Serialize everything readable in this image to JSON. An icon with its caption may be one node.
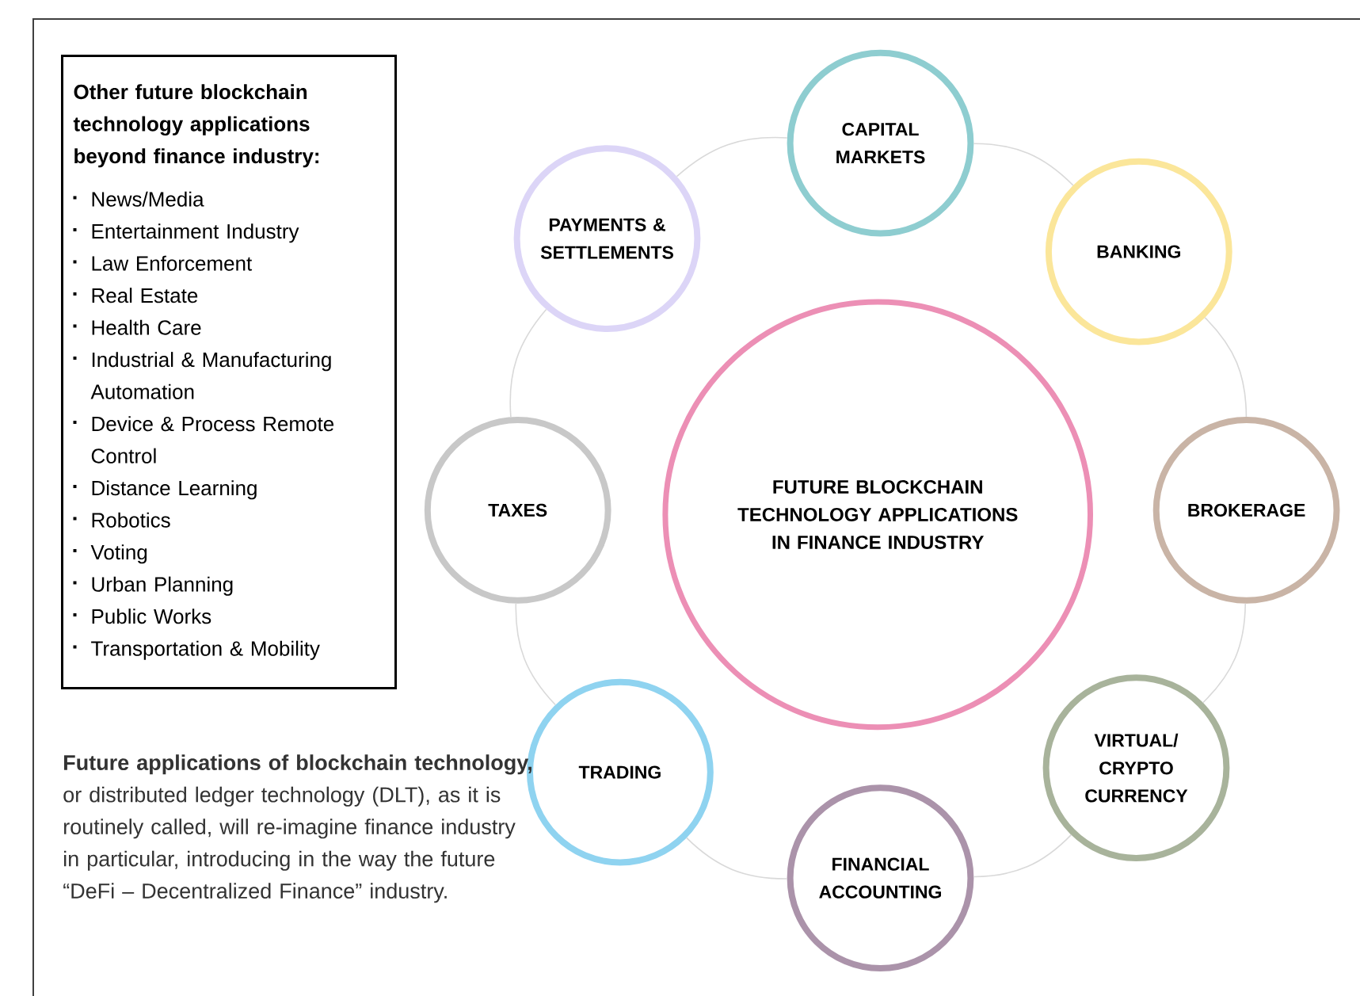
{
  "diagram": {
    "nodes": [
      {
        "text": [
          "Other future blockchain technology applications beyond finance industry:",
          "News/Media",
          "Entertainment Industry",
          "Law Enforcement",
          "Real Estate",
          "Health Care",
          "Industrial & Manufacturing Automation",
          "Device & Process Remote Control",
          "Distance Learning",
          "Robotics",
          "Voting",
          "Urban Planning",
          "Public Works",
          "Transportation & Mobility"
        ]
      },
      {
        "text": [
          "FUTURE BLOCKCHAIN TECHNOLOGY APPLICATIONS IN FINANCE INDUSTRY"
        ]
      },
      {
        "text": [
          "CAPITAL MARKETS"
        ]
      },
      {
        "text": [
          "BANKING"
        ]
      },
      {
        "text": [
          "BROKERAGE"
        ]
      },
      {
        "text": [
          "VIRTUAL/ CRYPTO CURRENCY"
        ]
      },
      {
        "text": [
          "FINANCIAL ACCOUNTING"
        ]
      },
      {
        "text": [
          "TRADING"
        ]
      },
      {
        "text": [
          "TAXES"
        ]
      },
      {
        "text": [
          "PAYMENTS & SETTLEMENTS"
        ]
      }
    ],
    "edges": [
      {
        "from": 2,
        "to": 3,
        "arrow": "none"
      },
      {
        "from": 3,
        "to": 4,
        "arrow": "none"
      },
      {
        "from": 4,
        "to": 5,
        "arrow": "none"
      },
      {
        "from": 5,
        "to": 6,
        "arrow": "none"
      },
      {
        "from": 6,
        "to": 7,
        "arrow": "none"
      },
      {
        "from": 7,
        "to": 8,
        "arrow": "none"
      },
      {
        "from": 8,
        "to": 9,
        "arrow": "none"
      },
      {
        "from": 9,
        "to": 2,
        "arrow": "none"
      }
    ],
    "labels": [
      "**Future applications of blockchain technology,** or distributed ledger technology (DLT), as it is routinely called, will re-imagine finance industry in particular, introducing in the way the future “DeFi – Decentralized Finance” industry."
    ]
  }
}
